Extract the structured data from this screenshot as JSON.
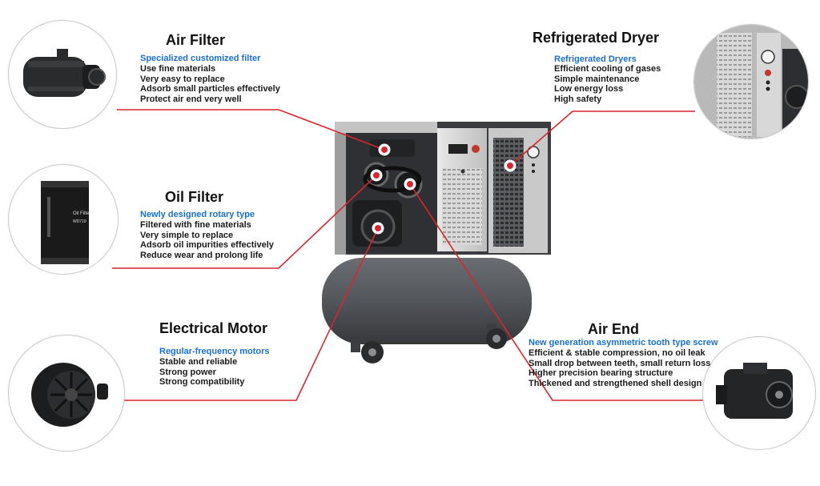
{
  "colors": {
    "accent_line": "#d7262e",
    "subtitle_blue": "#1a6fd1",
    "machine_body": "#4b4e53",
    "tank": "#55585c"
  },
  "callouts": {
    "air_filter": {
      "title": "Air Filter",
      "subtitle": "Specialized customized filter",
      "lines": [
        "Use fine materials",
        "Very easy to replace",
        "Adsorb small particles effectively",
        "Protect air end very well"
      ]
    },
    "oil_filter": {
      "title": "Oil Filter",
      "subtitle": "Newly designed rotary type",
      "lines": [
        "Filtered with fine materials",
        "Very simple to replace",
        "Adsorb oil impurities effectively",
        "Reduce wear and prolong life"
      ],
      "product_label": "Oil Filter",
      "product_model": "WD719"
    },
    "electrical_motor": {
      "title": "Electrical Motor",
      "subtitle": "Regular-frequency motors",
      "lines": [
        "Stable and reliable",
        "Strong power",
        "Strong compatibility"
      ]
    },
    "refrigerated_dryer": {
      "title": "Refrigerated Dryer",
      "subtitle": "Refrigerated Dryers",
      "lines": [
        "Efficient cooling of gases",
        "Simple maintenance",
        "Low energy loss",
        "High safety"
      ]
    },
    "air_end": {
      "title": "Air End",
      "subtitle": "New generation asymmetric tooth type screw",
      "lines": [
        "Efficient & stable compression, no oil leak",
        "Small drop between teeth, small return loss",
        "Higher precision bearing structure",
        "Thickened and strengthened shell design"
      ]
    }
  }
}
